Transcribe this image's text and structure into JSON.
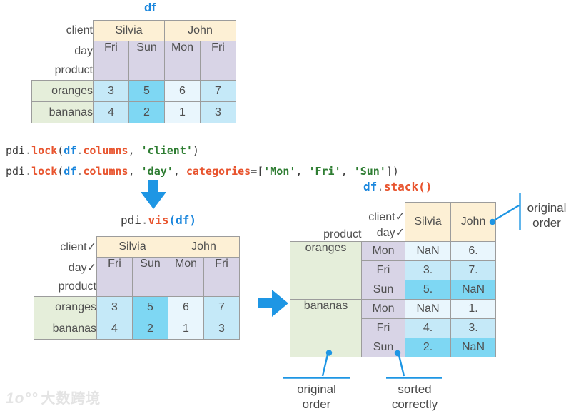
{
  "colors": {
    "accent_blue": "#1e96e4",
    "code_blue": "#1a86dd",
    "code_orange": "#e8542e",
    "code_green": "#2e7d32",
    "label_green": "#2c6e31",
    "peach": "#fdf0d5",
    "lavender": "#d8d4e6",
    "green_bg": "#e5eeda",
    "shade_mon": "#e9f6fd",
    "shade_fri": "#c5e9f8",
    "shade_sun": "#7ed7f3",
    "border_gray": "#9c9c9c"
  },
  "title_df": "df",
  "code": {
    "line1": [
      "pdi",
      ".",
      "lock",
      "(",
      "df",
      ".",
      "columns",
      ", ",
      "'client'",
      ")"
    ],
    "line2": [
      "pdi",
      ".",
      "lock",
      "(",
      "df",
      ".",
      "columns",
      ", ",
      "'day'",
      ", ",
      "categories",
      "=[",
      "'Mon'",
      ", ",
      "'Fri'",
      ", ",
      "'Sun'",
      "])"
    ]
  },
  "vis_title": [
    "pdi",
    ".",
    "vis",
    "(",
    "df",
    ")"
  ],
  "stack_title": [
    "df",
    ".",
    "stack()"
  ],
  "table1": {
    "labels": {
      "client": "client",
      "day": "day",
      "product": "product"
    },
    "clients": {
      "c1": "Silvia",
      "c2": "John"
    },
    "days": {
      "d1": "Fri",
      "d2": "Sun",
      "d3": "Mon",
      "d4": "Fri"
    },
    "rows": {
      "r1": {
        "label": "oranges",
        "v1": "3",
        "v2": "5",
        "v3": "6",
        "v4": "7"
      },
      "r2": {
        "label": "bananas",
        "v1": "4",
        "v2": "2",
        "v3": "1",
        "v4": "3"
      }
    }
  },
  "table2": {
    "labels": {
      "client": "client✓",
      "day": "day✓",
      "product": "product"
    },
    "clients": {
      "c1": "Silvia",
      "c2": "John"
    },
    "days": {
      "d1": "Fri",
      "d2": "Sun",
      "d3": "Mon",
      "d4": "Fri"
    },
    "rows": {
      "r1": {
        "label": "oranges",
        "v1": "3",
        "v2": "5",
        "v3": "6",
        "v4": "7"
      },
      "r2": {
        "label": "bananas",
        "v1": "4",
        "v2": "2",
        "v3": "1",
        "v4": "3"
      }
    }
  },
  "stacked": {
    "corner": {
      "product": "product",
      "client": "client✓",
      "day": "day✓"
    },
    "clients": {
      "c1": "Silvia",
      "c2": "John"
    },
    "g1": {
      "product": "oranges",
      "r1": {
        "day": "Mon",
        "a": "NaN",
        "b": "6."
      },
      "r2": {
        "day": "Fri",
        "a": "3.",
        "b": "7."
      },
      "r3": {
        "day": "Sun",
        "a": "5.",
        "b": "NaN"
      }
    },
    "g2": {
      "product": "bananas",
      "r1": {
        "day": "Mon",
        "a": "NaN",
        "b": "1."
      },
      "r2": {
        "day": "Fri",
        "a": "4.",
        "b": "3."
      },
      "r3": {
        "day": "Sun",
        "a": "2.",
        "b": "NaN"
      }
    }
  },
  "annotations": {
    "right": "original order",
    "bottom_left": "original order",
    "bottom_right": "sorted correctly"
  },
  "watermark": {
    "logo": "1o°°",
    "text": "大数跨境"
  }
}
